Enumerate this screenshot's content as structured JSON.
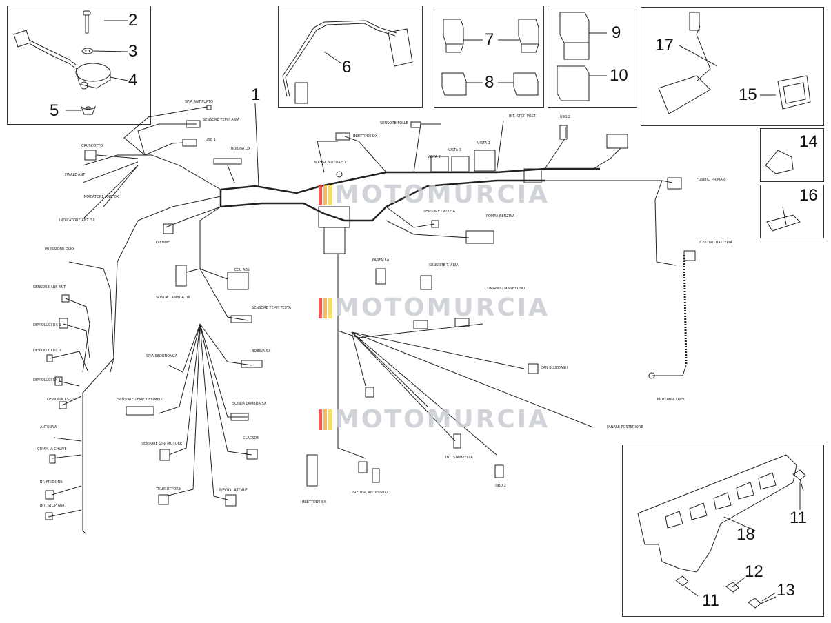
{
  "callouts": {
    "n1": "1",
    "n2": "2",
    "n3": "3",
    "n4": "4",
    "n5": "5",
    "n6": "6",
    "n7": "7",
    "n8": "8",
    "n9": "9",
    "n10": "10",
    "n11a": "11",
    "n11b": "11",
    "n12": "12",
    "n13": "13",
    "n14": "14",
    "n15": "15",
    "n16": "16",
    "n17": "17",
    "n18": "18"
  },
  "labels": {
    "spia_antifurto": "SPIA ANTIFURTO",
    "sensore_temp_aria": "SENSORE TEMP. ARIA",
    "usb1": "USB 1",
    "cruscotto": "CRUSCOTTO",
    "finale_ant": "FINALE ANT",
    "indicatore_ant_dx": "INDICATORE ANT. DX",
    "indicatore_ant_sx": "INDICATORE ANT. SX",
    "bobina_dx": "BOBINA DX",
    "pressione_olio": "PRESSIONE OLIO",
    "sensore_abs_ant": "SENSORE ABS ANT.",
    "devioluci_dx1": "DEVIOLUCI DX 1",
    "devioluci_dx2": "DEVIOLUCI DX 2",
    "devioluci_sx1": "DEVIOLUCI SX 1",
    "devioluci_sx2": "DEVIOLUCI SX 2",
    "antenna": "ANTENNA",
    "comm_a_chiave": "COMM. A CHIAVE",
    "int_frizione": "INT. FRIZIONE",
    "int_stop_ant": "INT. STOP ANT.",
    "diemme": "DIEMME",
    "sonda_lambda_dx": "SONDA LAMBDA DX",
    "ecu_abs": "ECU ABS",
    "sensore_temp_testa": "SENSORE TEMP. TESTA",
    "spia_sedunonga": "SPIA SEDUNONGA",
    "bobina_sx": "BOBINA SX",
    "sensore_temp_debimbo": "SENSORE TEMP. DEBIMBO",
    "sonda_lambda_sx": "SONDA LAMBDA SX",
    "clacson": "CLACSON",
    "sensore_giri_motore": "SENSORE GIRI MOTORE",
    "teleruttore": "TELERUTTORE",
    "regolatore": "REGOLATORE",
    "iniettore_dx": "INIETTORE DX",
    "iniettore_sx": "INIETTORE SX",
    "massa_motore": "MASSA MOTORE 1",
    "sensore_folle": "SENSORE FOLLE",
    "int_stop_post": "INT. STOP POST.",
    "usb2": "USB 2",
    "sensore_caduta": "SENSORE CADUTA",
    "pompa_benzina": "POMPA BENZINA",
    "farfalla": "FARFALLA",
    "sensore_t_aria": "SENSORE T. ARIA",
    "comando_manettino": "COMANDO MANETTINO",
    "can_bluedash": "CAN BLUEDASH",
    "fanale_posteriore": "FANALE POSTERIORE",
    "int_stampella": "INT. STAMPELLA",
    "predisp_antifurto": "PREDISP. ANTIFURTO",
    "obd": "OBD 2",
    "fusibili_primari": "FUSIBILI PRIMARI",
    "positivo_batteria": "POSITIVO BATTERIA",
    "motorino_avv": "MOTORINO AVV.",
    "vista_1": "VISTA 1",
    "vista_2": "VISTA 2",
    "vista_3": "VISTA 3"
  },
  "watermark": {
    "text": "MOTOMURCIA",
    "colors": [
      "#e8423a",
      "#f2b33d",
      "#f5d84a",
      "#c8ccd2"
    ]
  }
}
